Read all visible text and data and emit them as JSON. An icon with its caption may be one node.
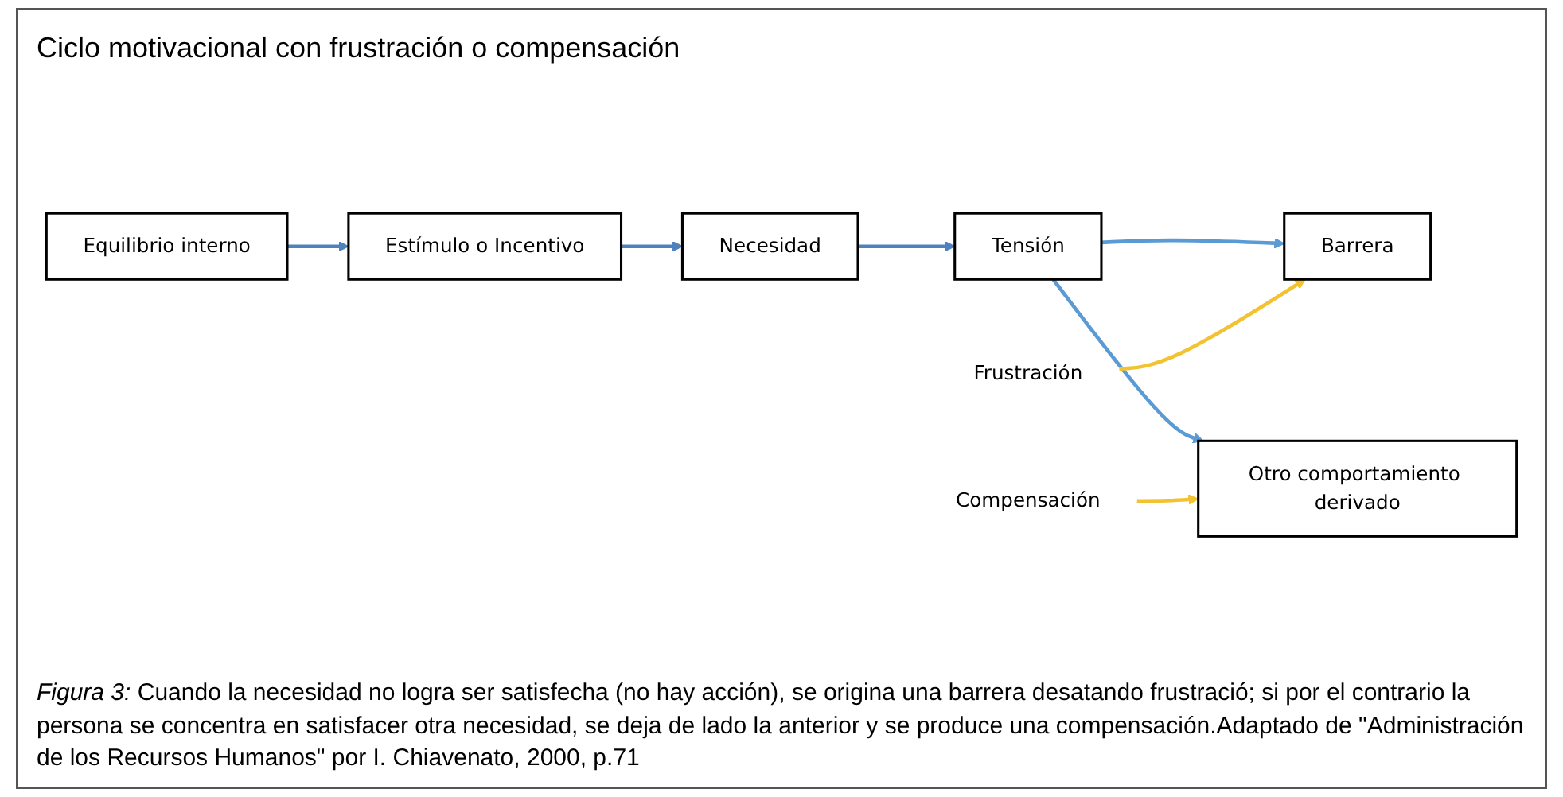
{
  "diagram": {
    "title": "Ciclo motivacional con frustración o compensación",
    "nodes": [
      {
        "text": [
          "Equilibrio interno"
        ]
      },
      {
        "text": [
          "Estímulo o Incentivo"
        ]
      },
      {
        "text": [
          "Necesidad"
        ]
      },
      {
        "text": [
          "Tensión"
        ]
      },
      {
        "text": [
          "Barrera"
        ]
      },
      {
        "text": [
          "Otro comportamiento derivado"
        ]
      },
      {
        "text": [
          "Frustración"
        ]
      },
      {
        "text": [
          "Compensación"
        ]
      }
    ],
    "edges": [
      {
        "from": 0,
        "to": 1,
        "arrow": "to",
        "color": "#4f81bd"
      },
      {
        "from": 1,
        "to": 2,
        "arrow": "to",
        "color": "#4f81bd"
      },
      {
        "from": 2,
        "to": 3,
        "arrow": "to",
        "color": "#4f81bd"
      },
      {
        "from": 3,
        "to": 4,
        "arrow": "to",
        "color": "#5b9bd5"
      },
      {
        "from": 3,
        "to": 5,
        "arrow": "to",
        "color": "#5b9bd5"
      },
      {
        "from": 6,
        "to": 4,
        "arrow": "to",
        "color": "#f2c230"
      },
      {
        "from": 7,
        "to": 5,
        "arrow": "to",
        "color": "#f2c230"
      }
    ],
    "caption": "*Figura 3:* Cuando la necesidad no logra ser satisfecha (no hay acción), se origina una barrera desatando frustració; si por el contrario la persona se concentra en satisfacer otra necesidad, se deja de lado la anterior y se produce una compensación.Adaptado de \"Administración de los Recursos Humanos\" por I. Chiavenato, 2000, p.71"
  }
}
